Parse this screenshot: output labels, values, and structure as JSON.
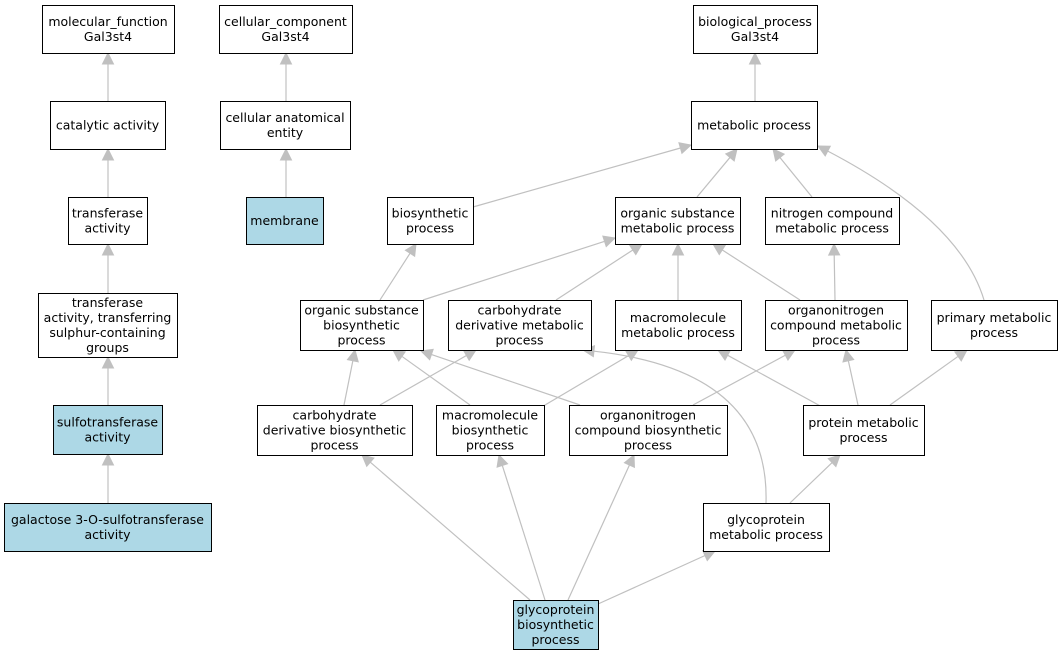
{
  "colors": {
    "highlight_fill": "#add8e6",
    "default_fill": "#ffffff",
    "edge": "#c0c0c0",
    "border": "#000000"
  },
  "nodes": [
    {
      "id": "mf_root",
      "lines": [
        "molecular_function",
        "Gal3st4"
      ],
      "highlighted": false
    },
    {
      "id": "cc_root",
      "lines": [
        "cellular_component",
        "Gal3st4"
      ],
      "highlighted": false
    },
    {
      "id": "bp_root",
      "lines": [
        "biological_process",
        "Gal3st4"
      ],
      "highlighted": false
    },
    {
      "id": "catalytic",
      "lines": [
        "catalytic activity"
      ],
      "highlighted": false
    },
    {
      "id": "cell_anat",
      "lines": [
        "cellular anatomical",
        "entity"
      ],
      "highlighted": false
    },
    {
      "id": "metabolic",
      "lines": [
        "metabolic process"
      ],
      "highlighted": false
    },
    {
      "id": "transferase",
      "lines": [
        "transferase",
        "activity"
      ],
      "highlighted": false
    },
    {
      "id": "membrane",
      "lines": [
        "membrane"
      ],
      "highlighted": true
    },
    {
      "id": "biosynthetic",
      "lines": [
        "biosynthetic",
        "process"
      ],
      "highlighted": false
    },
    {
      "id": "org_sub_met",
      "lines": [
        "organic substance",
        "metabolic process"
      ],
      "highlighted": false
    },
    {
      "id": "nitro_met",
      "lines": [
        "nitrogen compound",
        "metabolic process"
      ],
      "highlighted": false
    },
    {
      "id": "transf_sulphur",
      "lines": [
        "transferase",
        "activity, transferring",
        "sulphur-containing",
        "groups"
      ],
      "highlighted": false
    },
    {
      "id": "org_sub_bio",
      "lines": [
        "organic substance",
        "biosynthetic",
        "process"
      ],
      "highlighted": false
    },
    {
      "id": "carb_deriv_met",
      "lines": [
        "carbohydrate",
        "derivative metabolic",
        "process"
      ],
      "highlighted": false
    },
    {
      "id": "macro_met",
      "lines": [
        "macromolecule",
        "metabolic process"
      ],
      "highlighted": false
    },
    {
      "id": "orgnitro_met",
      "lines": [
        "organonitrogen",
        "compound metabolic",
        "process"
      ],
      "highlighted": false
    },
    {
      "id": "primary_met",
      "lines": [
        "primary metabolic",
        "process"
      ],
      "highlighted": false
    },
    {
      "id": "sulfotransferase",
      "lines": [
        "sulfotransferase",
        "activity"
      ],
      "highlighted": true
    },
    {
      "id": "carb_deriv_bio",
      "lines": [
        "carbohydrate",
        "derivative biosynthetic",
        "process"
      ],
      "highlighted": false
    },
    {
      "id": "macro_bio",
      "lines": [
        "macromolecule",
        "biosynthetic",
        "process"
      ],
      "highlighted": false
    },
    {
      "id": "orgnitro_bio",
      "lines": [
        "organonitrogen",
        "compound biosynthetic",
        "process"
      ],
      "highlighted": false
    },
    {
      "id": "protein_met",
      "lines": [
        "protein metabolic",
        "process"
      ],
      "highlighted": false
    },
    {
      "id": "gal3ost",
      "lines": [
        "galactose 3-O-sulfotransferase",
        "activity"
      ],
      "highlighted": true
    },
    {
      "id": "glycoprot_met",
      "lines": [
        "glycoprotein",
        "metabolic process"
      ],
      "highlighted": false
    },
    {
      "id": "glycoprot_bio",
      "lines": [
        "glycoprotein",
        "biosynthetic",
        "process"
      ],
      "highlighted": true
    }
  ],
  "edges": [
    {
      "from": "catalytic",
      "to": "mf_root"
    },
    {
      "from": "transferase",
      "to": "catalytic"
    },
    {
      "from": "transf_sulphur",
      "to": "transferase"
    },
    {
      "from": "sulfotransferase",
      "to": "transf_sulphur"
    },
    {
      "from": "gal3ost",
      "to": "sulfotransferase"
    },
    {
      "from": "cell_anat",
      "to": "cc_root"
    },
    {
      "from": "membrane",
      "to": "cell_anat"
    },
    {
      "from": "metabolic",
      "to": "bp_root"
    },
    {
      "from": "biosynthetic",
      "to": "metabolic"
    },
    {
      "from": "org_sub_met",
      "to": "metabolic"
    },
    {
      "from": "nitro_met",
      "to": "metabolic"
    },
    {
      "from": "primary_met",
      "to": "metabolic"
    },
    {
      "from": "org_sub_bio",
      "to": "biosynthetic"
    },
    {
      "from": "org_sub_bio",
      "to": "org_sub_met"
    },
    {
      "from": "carb_deriv_met",
      "to": "org_sub_met"
    },
    {
      "from": "macro_met",
      "to": "org_sub_met"
    },
    {
      "from": "orgnitro_met",
      "to": "org_sub_met"
    },
    {
      "from": "orgnitro_met",
      "to": "nitro_met"
    },
    {
      "from": "carb_deriv_bio",
      "to": "org_sub_bio"
    },
    {
      "from": "carb_deriv_bio",
      "to": "carb_deriv_met"
    },
    {
      "from": "macro_bio",
      "to": "org_sub_bio"
    },
    {
      "from": "macro_bio",
      "to": "macro_met"
    },
    {
      "from": "orgnitro_bio",
      "to": "org_sub_bio"
    },
    {
      "from": "orgnitro_bio",
      "to": "orgnitro_met"
    },
    {
      "from": "protein_met",
      "to": "macro_met"
    },
    {
      "from": "protein_met",
      "to": "orgnitro_met"
    },
    {
      "from": "protein_met",
      "to": "primary_met"
    },
    {
      "from": "glycoprot_met",
      "to": "carb_deriv_met"
    },
    {
      "from": "glycoprot_met",
      "to": "protein_met"
    },
    {
      "from": "glycoprot_bio",
      "to": "carb_deriv_bio"
    },
    {
      "from": "glycoprot_bio",
      "to": "macro_bio"
    },
    {
      "from": "glycoprot_bio",
      "to": "orgnitro_bio"
    },
    {
      "from": "glycoprot_bio",
      "to": "glycoprot_met"
    }
  ]
}
